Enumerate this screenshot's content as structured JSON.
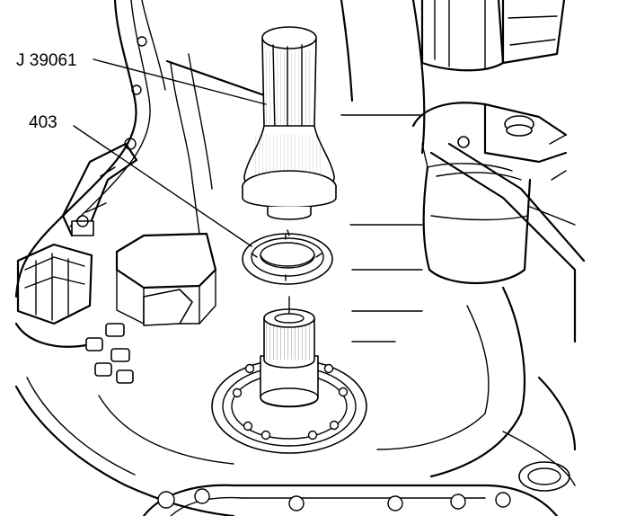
{
  "callouts": [
    {
      "id": "tool",
      "label": "J 39061"
    },
    {
      "id": "seal",
      "label": "403"
    }
  ],
  "colors": {
    "ink": "#000000",
    "paper": "#ffffff"
  }
}
